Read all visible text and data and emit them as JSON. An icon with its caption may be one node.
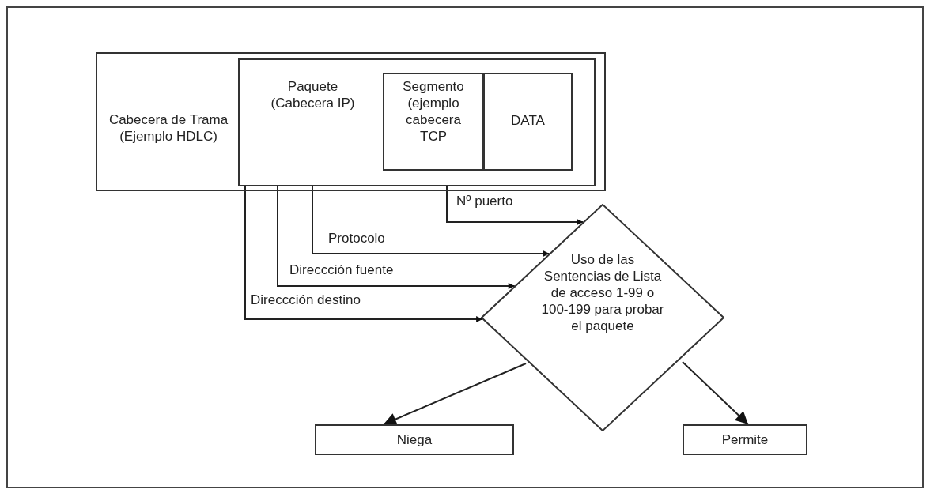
{
  "diagram": {
    "nodes": [
      {
        "text": [
          "Cabecera de Trama (Ejemplo HDLC)"
        ]
      },
      {
        "text": [
          "Paquete (Cabecera IP)"
        ],
        "in": 0
      },
      {
        "text": [
          "Segmento (ejemplo cabecera TCP"
        ],
        "in": 1
      },
      {
        "text": [
          "DATA"
        ],
        "in": 1
      },
      {
        "text": [
          "Uso de las Sentencias de Lista de acceso 1-99 o 100-199 para probar el paquete"
        ]
      },
      {
        "text": [
          "Niega"
        ]
      },
      {
        "text": [
          "Permite"
        ]
      }
    ],
    "edges": [
      {
        "from": 1,
        "to": 4,
        "arrow": "to",
        "label": "Nº puerto"
      },
      {
        "from": 1,
        "to": 4,
        "arrow": "to",
        "label": "Protocolo"
      },
      {
        "from": 1,
        "to": 4,
        "arrow": "to",
        "label": "Direccción fuente"
      },
      {
        "from": 1,
        "to": 4,
        "arrow": "to",
        "label": "Direccción destino"
      },
      {
        "from": 4,
        "to": 5,
        "arrow": "to"
      },
      {
        "from": 4,
        "to": 6,
        "arrow": "to"
      }
    ]
  }
}
